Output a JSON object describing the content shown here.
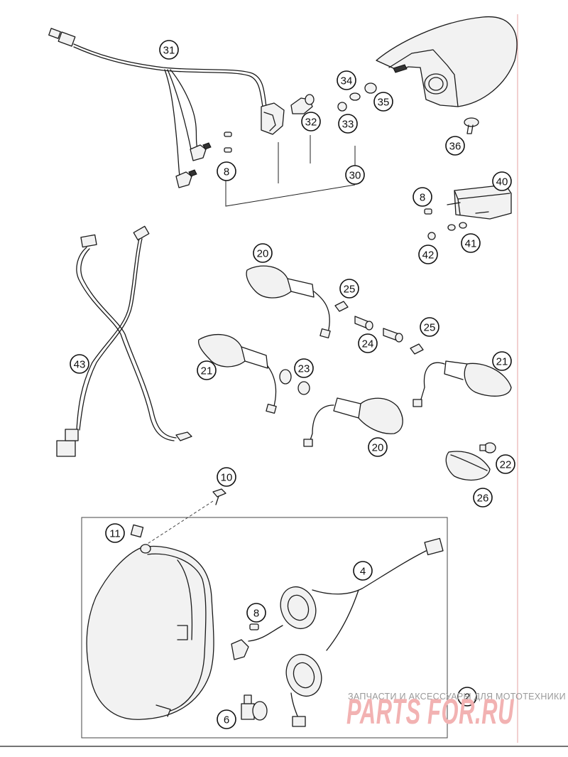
{
  "callouts": [
    {
      "label": "31"
    },
    {
      "label": "34"
    },
    {
      "label": "35"
    },
    {
      "label": "32"
    },
    {
      "label": "33"
    },
    {
      "label": "36"
    },
    {
      "label": "8"
    },
    {
      "label": "30"
    },
    {
      "label": "8"
    },
    {
      "label": "40"
    },
    {
      "label": "41"
    },
    {
      "label": "42"
    },
    {
      "label": "20"
    },
    {
      "label": "25"
    },
    {
      "label": "24"
    },
    {
      "label": "25"
    },
    {
      "label": "43"
    },
    {
      "label": "21"
    },
    {
      "label": "23"
    },
    {
      "label": "21"
    },
    {
      "label": "20"
    },
    {
      "label": "22"
    },
    {
      "label": "26"
    },
    {
      "label": "10"
    },
    {
      "label": "11"
    },
    {
      "label": "4"
    },
    {
      "label": "8"
    },
    {
      "label": "2"
    },
    {
      "label": "6"
    }
  ],
  "watermark": {
    "caption": "ЗАПЧАСТИ И АКСЕССУАРЫ ДЛЯ МОТОТЕХНИКИ",
    "logo": "PARTS FOR.RU"
  },
  "colors": {
    "line": "#1a1a1a",
    "margin_line": "#e5a0a0",
    "watermark_logo": "#f2b2b2",
    "watermark_caption": "#9a9a9a"
  }
}
